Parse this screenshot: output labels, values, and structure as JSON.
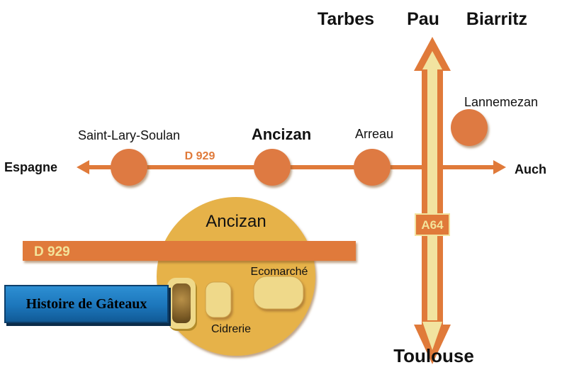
{
  "destinations": {
    "tarbes": "Tarbes",
    "pau": "Pau",
    "biarritz": "Biarritz",
    "toulouse": "Toulouse",
    "espagne": "Espagne",
    "auch": "Auch"
  },
  "towns": {
    "saint_lary": "Saint-Lary-Soulan",
    "ancizan": "Ancizan",
    "arreau": "Arreau",
    "lannemezan": "Lannemezan"
  },
  "roads": {
    "d929_main": "D 929",
    "a64": "A64",
    "d929_local": "D 929"
  },
  "inset": {
    "title": "Ancizan",
    "ecomarche": "Ecomarché",
    "cidrerie": "Cidrerie",
    "shop_sign": "Histoire de Gâteaux"
  },
  "colors": {
    "road_orange": "#e07a3a",
    "circle_orange": "#de7a43",
    "inset_gold": "#e6b24a",
    "highway_cream": "#f2e3a0",
    "sign_blue": "#1c76bb"
  }
}
